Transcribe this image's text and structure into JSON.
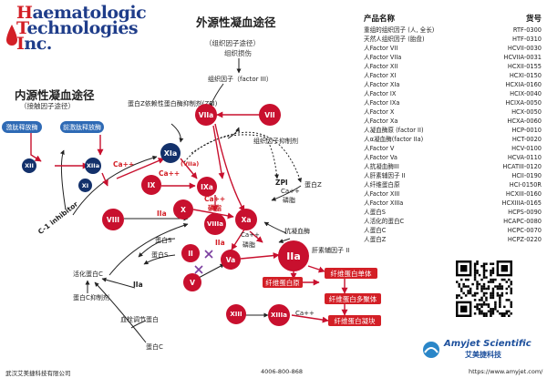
{
  "logo": {
    "lines": [
      [
        "H",
        "aematologic"
      ],
      [
        "T",
        "echnologies"
      ],
      [
        "I",
        "nc."
      ]
    ]
  },
  "extrinsic": {
    "title": "外源性凝血途径",
    "sub": "（组织因子途径）",
    "sub2": "组织损伤"
  },
  "intrinsic": {
    "title": "内源性凝血途径",
    "sub": "（接触因子途径）"
  },
  "labels": {
    "tissue_factor": "组织因子（factor III）",
    "zpi_label": "蛋白Z依赖性蛋白酶抑制剂(ZPI)",
    "tfpi": "组织因子抑制剂",
    "protein_z": "蛋白Z",
    "zpi": "ZPI",
    "ca_phos_top": "Ca++",
    "phos_top": "磷脂",
    "ca_upper": "Ca++",
    "ca_upper2": "Ca++",
    "viia_paren": "(VIIa)",
    "ca_mid": "Ca++",
    "phos_mid": "磷脂",
    "c1": "C-1 inhibitor",
    "iia_1": "IIa",
    "iia_2": "IIa",
    "iia_3": "IIa",
    "protein_s1": "蛋白S",
    "protein_s2": "蛋白S",
    "act_protein_c": "活化蛋白C",
    "protein_c_inh": "蛋白C抑制剂",
    "thrombomodulin": "血栓调节蛋白",
    "protein_c": "蛋白C",
    "ca_lower": "Ca++",
    "phos_lower": "磷脂",
    "antithrombin": "抗凝血酶",
    "heparin_cofactor": "肝素辅因子 II",
    "ca_fibrin": "Ca++"
  },
  "pills": {
    "kallikrein": "激肽释放酶",
    "prekallikrein": "前激肽释放酶"
  },
  "nodes": {
    "XII": "XII",
    "XIIa": "XIIa",
    "XI": "XI",
    "XIa": "XIa",
    "VII": "VII",
    "VIIa": "VIIa",
    "IX": "IX",
    "IXa": "IXa",
    "X": "X",
    "VIIIa": "VIIIa",
    "Xa": "Xa",
    "VIII": "VIII",
    "II": "II",
    "Va": "Va",
    "V": "V",
    "IIa": "IIa",
    "XIII": "XIII",
    "XIIIa": "XIIIa"
  },
  "fibrin": {
    "fibrinogen": "纤维蛋白原",
    "monomer": "纤维蛋白单体",
    "polymer": "纤维蛋白多聚体",
    "clot": "纤维蛋白凝块"
  },
  "products": {
    "header_name": "产品名称",
    "header_no": "货号",
    "rows": [
      [
        "重组的组织因子 (人, 全长)",
        "RTF-0300"
      ],
      [
        "天然人组织因子 (胎盘)",
        "HTF-0310"
      ],
      [
        "人Factor VII",
        "HCVII-0030"
      ],
      [
        "人Factor VIIa",
        "HCVIIA-0031"
      ],
      [
        "人Factor XII",
        "HCXII-0155"
      ],
      [
        "人Factor XI",
        "HCXI-0150"
      ],
      [
        "人Factor XIa",
        "HCXIA-0160"
      ],
      [
        "人Factor IX",
        "HCIX-0040"
      ],
      [
        "人Factor IXa",
        "HCIXA-0050"
      ],
      [
        "人Factor X",
        "HCX-0050"
      ],
      [
        "人Factor Xa",
        "HCXA-0060"
      ],
      [
        "人凝血酶原 (factor II)",
        "HCP-0010"
      ],
      [
        "人α凝血酶(factor IIa)",
        "HCT-0020"
      ],
      [
        "人Factor V",
        "HCV-0100"
      ],
      [
        "人Factor Va",
        "HCVA-0110"
      ],
      [
        "人抗凝血酶III",
        "HCATIII-0120"
      ],
      [
        "人肝素辅因子 II",
        "HCII-0190"
      ],
      [
        "人纤维蛋白原",
        "HCI-0150R"
      ],
      [
        "人Factor XIII",
        "HCXIII-0160"
      ],
      [
        "人Factor XIIIa",
        "HCXIIIA-0165"
      ],
      [
        "人蛋白S",
        "HCPS-0090"
      ],
      [
        "人活化的蛋白C",
        "HCAPC-0080"
      ],
      [
        "人蛋白C",
        "HCPC-0070"
      ],
      [
        "人蛋白Z",
        "HCPZ-0220"
      ]
    ]
  },
  "footer": {
    "company": "武汉艾美捷科技有限公司",
    "phone": "4006-800-868",
    "web": "https://www.amyjet.com/"
  },
  "brand": {
    "name": "Amyjet Scientific",
    "cn": "艾美捷科技"
  },
  "colors": {
    "red": "#c8102e",
    "navy": "#13316b",
    "blue": "#2e6ab5"
  }
}
